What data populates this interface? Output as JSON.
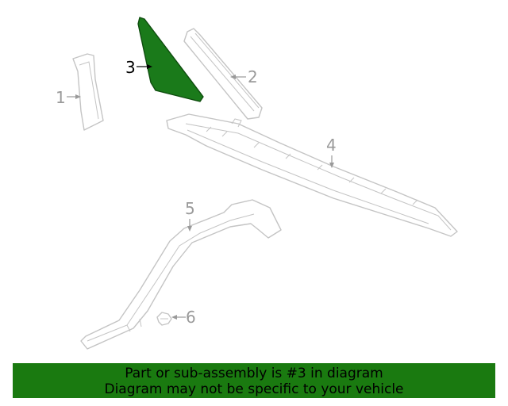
{
  "callouts": {
    "c1": "1",
    "c2": "2",
    "c3": "3",
    "c4": "4",
    "c5": "5",
    "c6": "6"
  },
  "highlighted_part": "3",
  "banner": {
    "line1": "Part or sub-assembly is #3 in diagram",
    "line2": "Diagram may not be specific to your vehicle"
  },
  "colors": {
    "highlight": "#1a7a1a",
    "banner": "#1a7a10",
    "outline": "#c4c4c4"
  }
}
